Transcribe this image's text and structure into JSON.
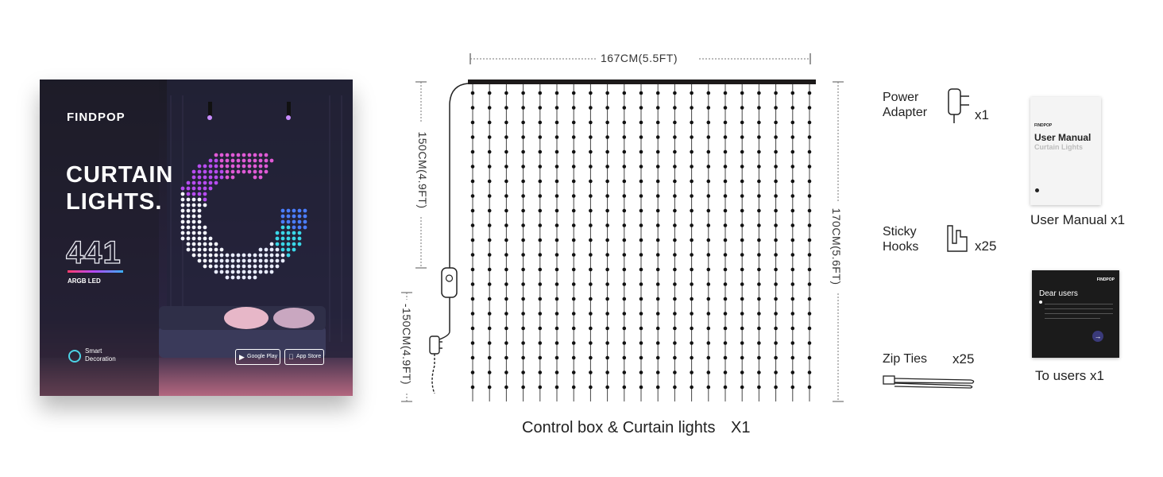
{
  "box": {
    "brand": "FINDPOP",
    "title_line1": "CURTAIN",
    "title_line2": "LIGHTS.",
    "led_count": "441",
    "led_label": "ARGB LED",
    "smart_line1": "Smart",
    "smart_line2": "Decoration",
    "google_play": "Google Play",
    "app_store": "App Store"
  },
  "curtain": {
    "width_label": "167CM(5.5FT)",
    "height_label": "170CM(5.6FT)",
    "cable_label": "150CM(4.9FT)",
    "adapter_cable_label": "-150CM(4.9FT)",
    "caption": "Control box & Curtain lights",
    "caption_qty": "X1"
  },
  "accessories": [
    {
      "label_line1": "Power",
      "label_line2": "Adapter",
      "qty": "x1",
      "icon": "power-adapter-icon"
    },
    {
      "label_line1": "Sticky",
      "label_line2": "Hooks",
      "qty": "x25",
      "icon": "sticky-hook-icon"
    },
    {
      "label_line1": "Zip Ties",
      "label_line2": "",
      "qty": "x25",
      "icon": "zip-tie-icon"
    }
  ],
  "manual": {
    "brand": "FINDPOP",
    "title": "User Manual",
    "subtitle": "Curtain Lights",
    "caption": "User Manual x1"
  },
  "card": {
    "brand": "FINDPOP",
    "title": "Dear users",
    "caption": "To users x1"
  }
}
